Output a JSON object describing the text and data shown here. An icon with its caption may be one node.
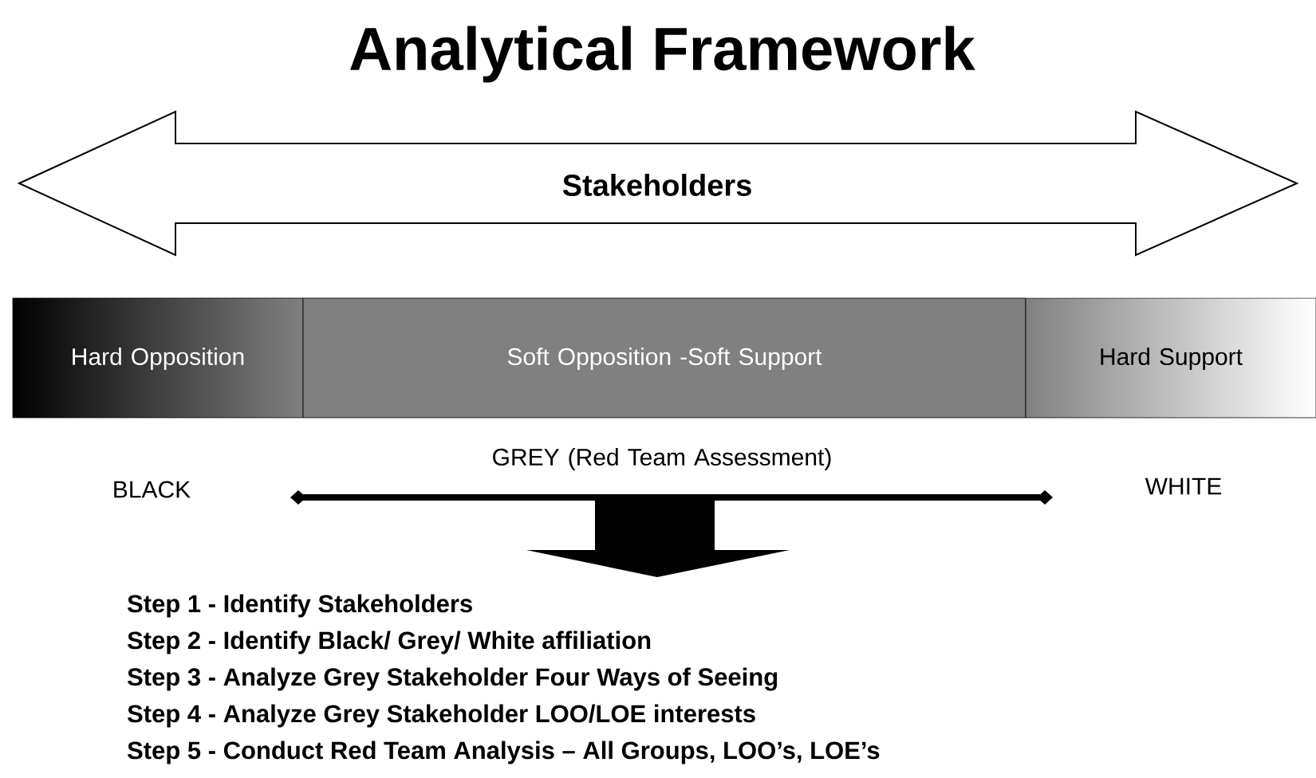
{
  "diagram": {
    "title": "Analytical Framework",
    "nodes": [
      {
        "text": [
          "Stakeholders"
        ]
      },
      {
        "text": [
          "Hard Opposition"
        ]
      },
      {
        "text": [
          "Soft Opposition   -Soft Support"
        ]
      },
      {
        "text": [
          "Hard Support"
        ]
      }
    ],
    "labels": [
      "GREY (Red Team Assessment)",
      "BLACK",
      "WHITE",
      "Step 1  - Identify Stakeholders",
      "Step 2  - Identify Black/ Grey/ White affiliation",
      "Step 3  - Analyze Grey Stakeholder Four Ways of Seeing",
      "Step 4  - Analyze Grey Stakeholder LOO/LOE interests",
      "Step 5  - Conduct Red Team Analysis – All Groups, LOO’s, LOE’s"
    ]
  }
}
